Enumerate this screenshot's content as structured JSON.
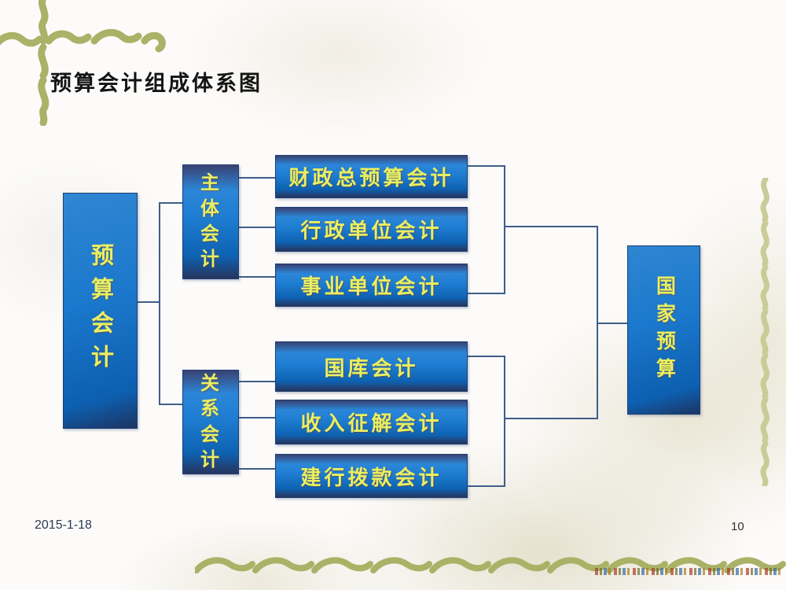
{
  "slide": {
    "title": "预算会计组成体系图",
    "date": "2015-1-18",
    "page_number": "10"
  },
  "diagram": {
    "root": {
      "label": "预算会计"
    },
    "groups": [
      {
        "label": "主体会计",
        "children": [
          "财政总预算会计",
          "行政单位会计",
          "事业单位会计"
        ]
      },
      {
        "label": "关系会计",
        "children": [
          "国库会计",
          "收入征解会计",
          "建行拨款会计"
        ]
      }
    ],
    "target": {
      "label": "国家预算"
    }
  },
  "colors": {
    "box_gradient_light": "#2c86d8",
    "box_gradient_dark": "#0e62b2",
    "box_edge_navy": "#1c3f74",
    "box_text_yellow": "#e9ef60",
    "connector": "#3e5e88",
    "ornament_olive": "#a9b266",
    "ornament_olive_light": "#c9cc96",
    "title_black": "#141414"
  }
}
